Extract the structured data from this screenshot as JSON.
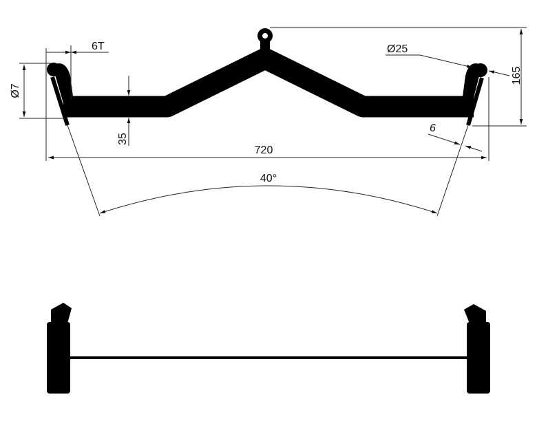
{
  "drawing": {
    "labels": {
      "thickness": "6T",
      "grip_diameter": "Ø7",
      "bar_height": "35",
      "overall_width": "720",
      "angle": "40°",
      "end_diameter": "Ø25",
      "overall_height": "165",
      "handle_offset": "6"
    },
    "colors": {
      "part": "#000000",
      "dimension": "#222222"
    }
  }
}
